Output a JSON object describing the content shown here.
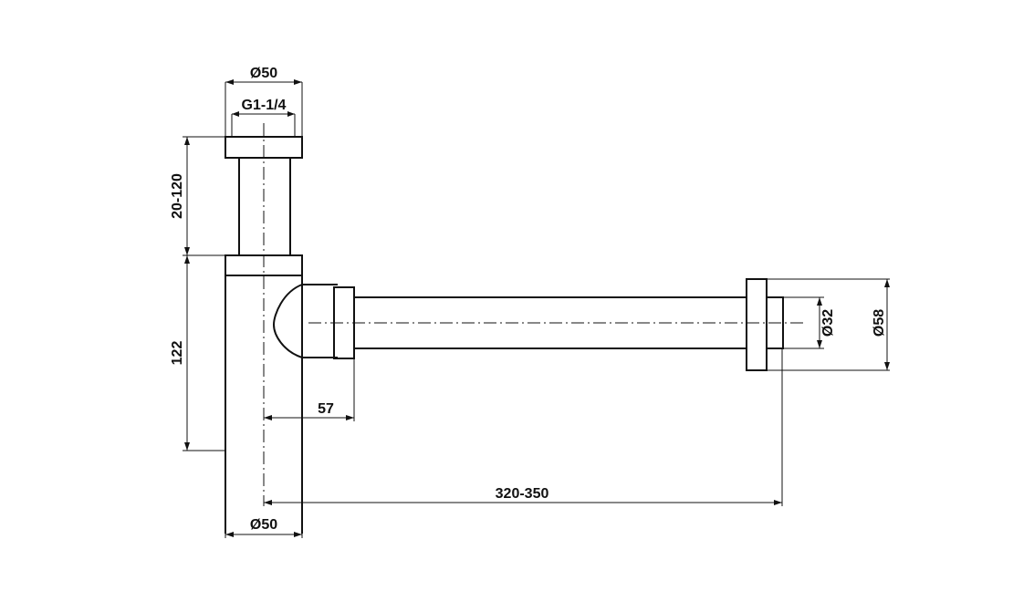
{
  "dimensions": {
    "top_diameter": "Ø50",
    "thread": "G1-1/4",
    "height_adjust": "20-120",
    "body_height": "122",
    "outlet_offset": "57",
    "wall_length": "320-350",
    "bottom_diameter": "Ø50",
    "pipe_diameter": "Ø32",
    "rosette_diameter": "Ø58"
  },
  "colors": {
    "line": "#111111",
    "background": "#ffffff"
  }
}
